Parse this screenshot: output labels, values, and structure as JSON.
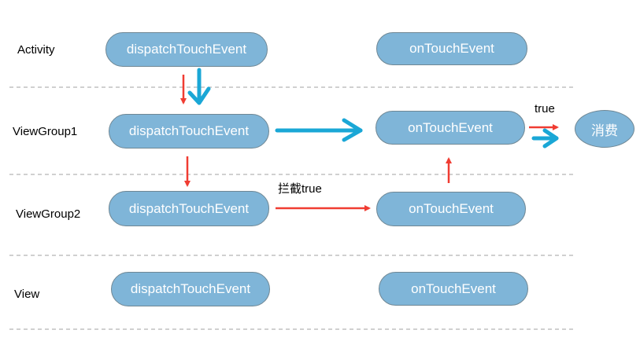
{
  "rows": [
    {
      "label": "Activity",
      "dispatch": "dispatchTouchEvent",
      "ontouch": "onTouchEvent"
    },
    {
      "label": "ViewGroup1",
      "dispatch": "dispatchTouchEvent",
      "ontouch": "onTouchEvent"
    },
    {
      "label": "ViewGroup2",
      "dispatch": "dispatchTouchEvent",
      "ontouch": "onTouchEvent"
    },
    {
      "label": "View",
      "dispatch": "dispatchTouchEvent",
      "ontouch": "onTouchEvent"
    }
  ],
  "consume_node": "消费",
  "intercept_label": "拦截true",
  "return_label": "true",
  "colors": {
    "node_fill": "#7fb5d8",
    "node_border": "#6f8794",
    "red_arrow": "#f03c32",
    "blue_arrow": "#1aa7d6",
    "separator": "#b4b4b4"
  }
}
